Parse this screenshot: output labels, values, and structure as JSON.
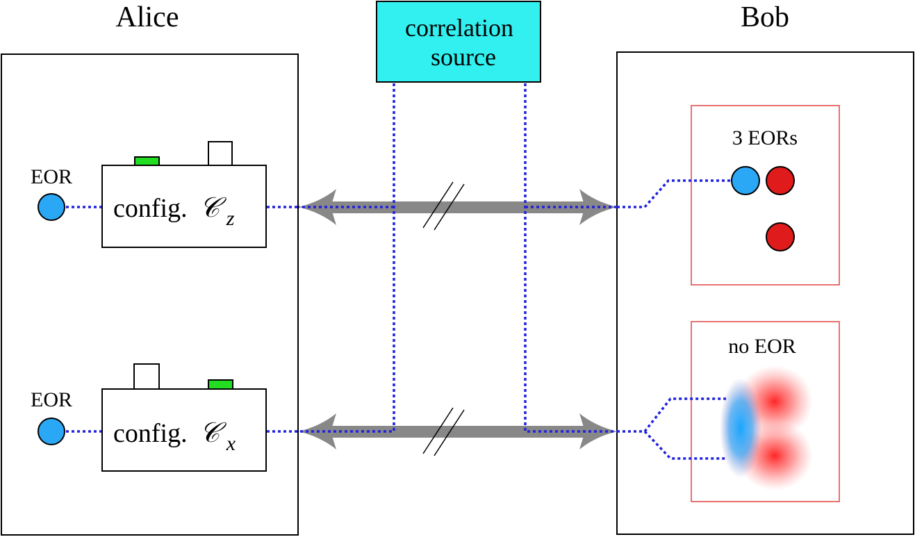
{
  "title_alice": "Alice",
  "title_bob": "Bob",
  "source": {
    "line1": "correlation",
    "line2": "source"
  },
  "alice": {
    "top": {
      "eor_label": "EOR",
      "config_prefix": "config.",
      "config_symbol": "𝒞",
      "config_sub": "z"
    },
    "bottom": {
      "eor_label": "EOR",
      "config_prefix": "config.",
      "config_symbol": "𝒞",
      "config_sub": "x"
    }
  },
  "bob": {
    "top_panel": {
      "label": "3 EORs"
    },
    "bottom_panel": {
      "label": "no EOR"
    }
  },
  "colors": {
    "eor_blue": "#2aa8f5",
    "eor_red": "#e01b1b",
    "dotted_line": "#2020e0",
    "source_fill": "#33f0f0",
    "indicator_green": "#22dd22",
    "arrow_gray": "#888888",
    "panel_border_red": "#e04040"
  }
}
